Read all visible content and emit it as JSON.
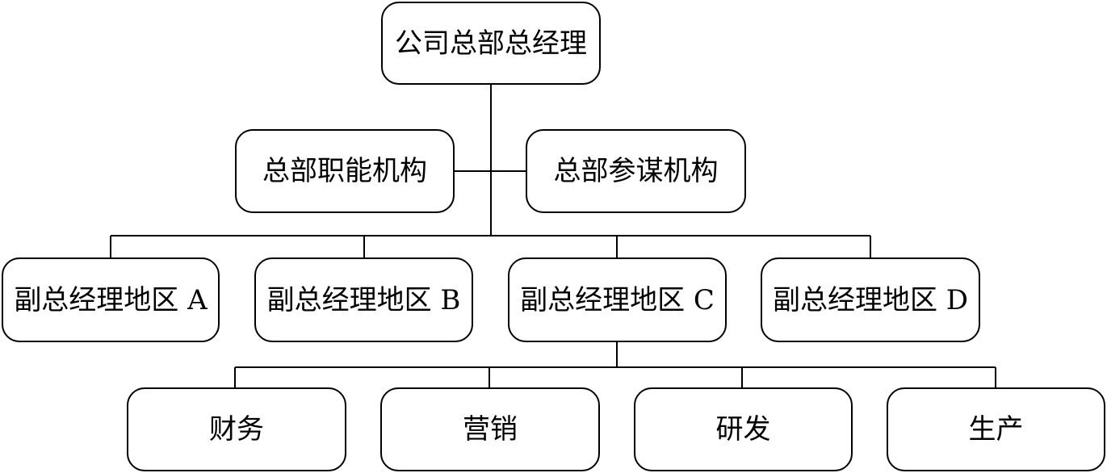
{
  "org_chart": {
    "root": {
      "label": "公司总部总经理"
    },
    "staff": [
      {
        "label": "总部职能机构"
      },
      {
        "label": "总部参谋机构"
      }
    ],
    "regions": [
      {
        "label": "副总经理地区 A"
      },
      {
        "label": "副总经理地区 B"
      },
      {
        "label": "副总经理地区 C"
      },
      {
        "label": "副总经理地区 D"
      }
    ],
    "departments": [
      {
        "label": "财务"
      },
      {
        "label": "营销"
      },
      {
        "label": "研发"
      },
      {
        "label": "生产"
      }
    ]
  },
  "colors": {
    "line": "#000000",
    "box_border": "#000000",
    "background": "#ffffff",
    "text": "#000000"
  }
}
